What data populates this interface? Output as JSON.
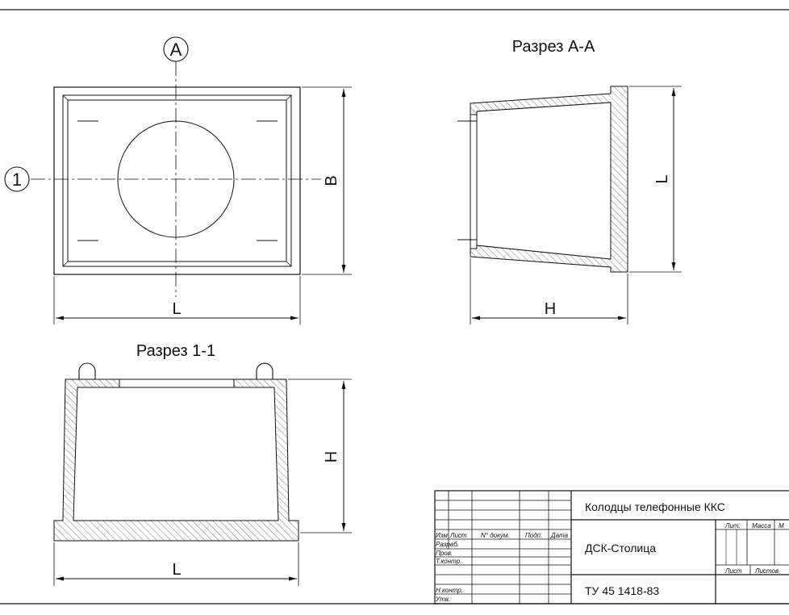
{
  "views": {
    "plan": {
      "axis_a_marker": "A",
      "axis_1_marker": "1",
      "dim_b": "B",
      "dim_l": "L"
    },
    "section_aa": {
      "title": "Разрез А-А",
      "dim_l": "L",
      "dim_h": "H"
    },
    "section_11": {
      "title": "Разрез 1-1",
      "dim_h": "H",
      "dim_l": "L"
    }
  },
  "title_block": {
    "product_title": "Колодцы телефонные ККС",
    "organization": "ДСК-Столица",
    "standard": "ТУ 45 1418-83",
    "col_izm": "Изм",
    "col_list": "Лист",
    "col_docum": "N° докум.",
    "col_podp": "Подп.",
    "col_data": "Дата",
    "row_razrab": "Разраб.",
    "row_prov": "Пров.",
    "row_tkontr": "Т.контр.",
    "row_nkontr": "Н.контр.",
    "row_utv": "Утв.",
    "lit": "Лит.",
    "massa": "Масса",
    "masshtab": "М",
    "list": "Лист",
    "listov": "Листов"
  }
}
